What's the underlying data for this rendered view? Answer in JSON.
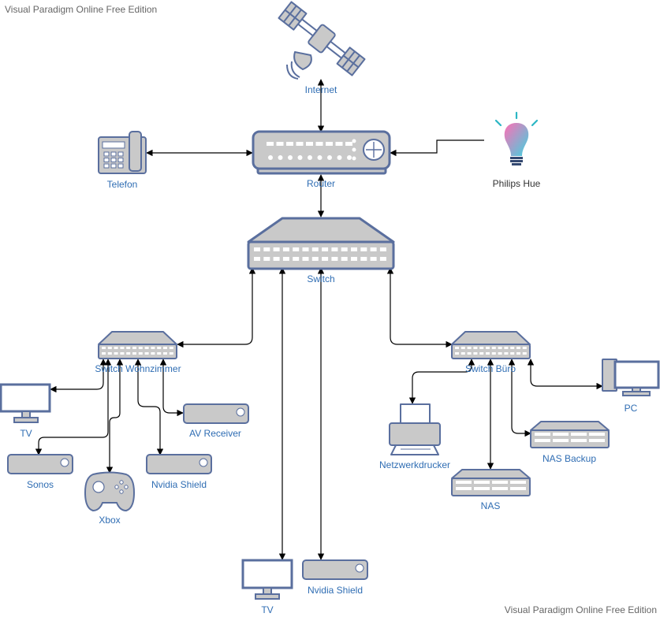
{
  "watermark_top": "Visual Paradigm Online Free Edition",
  "watermark_bottom": "Visual Paradigm Online Free Edition",
  "colors": {
    "device_fill": "#c9c9c9",
    "device_stroke": "#5a6f9e",
    "label_blue": "#2f6db3",
    "label_dark": "#333333",
    "line": "#000000",
    "bulb_gradient_start": "#ff6fb5",
    "bulb_gradient_end": "#3fd3e0"
  },
  "nodes": {
    "internet": {
      "label": "Internet",
      "icon": "satellite-icon"
    },
    "router": {
      "label": "Router",
      "icon": "router-icon"
    },
    "telefon": {
      "label": "Telefon",
      "icon": "phone-icon"
    },
    "hue": {
      "label": "Philips Hue",
      "icon": "lightbulb-icon"
    },
    "switch_main": {
      "label": "Switch",
      "icon": "switch-icon"
    },
    "switch_wz": {
      "label": "Switch Wohnzimmer",
      "icon": "switch-icon"
    },
    "switch_buero": {
      "label": "Switch Büro",
      "icon": "switch-icon"
    },
    "tv_wz": {
      "label": "TV",
      "icon": "monitor-icon"
    },
    "sonos": {
      "label": "Sonos",
      "icon": "media-box-icon"
    },
    "xbox": {
      "label": "Xbox",
      "icon": "gamepad-icon"
    },
    "shield_wz": {
      "label": "Nvidia Shield",
      "icon": "media-box-icon"
    },
    "av_receiver": {
      "label": "AV Receiver",
      "icon": "media-box-icon"
    },
    "tv_main": {
      "label": "TV",
      "icon": "monitor-icon"
    },
    "shield_main": {
      "label": "Nvidia Shield",
      "icon": "media-box-icon"
    },
    "drucker": {
      "label": "Netzwerkdrucker",
      "icon": "printer-icon"
    },
    "nas": {
      "label": "NAS",
      "icon": "nas-icon"
    },
    "nas_backup": {
      "label": "NAS Backup",
      "icon": "nas-icon"
    },
    "pc": {
      "label": "PC",
      "icon": "desktop-pc-icon"
    }
  },
  "edges": [
    [
      "internet",
      "router"
    ],
    [
      "telefon",
      "router"
    ],
    [
      "hue",
      "router"
    ],
    [
      "router",
      "switch_main"
    ],
    [
      "switch_main",
      "switch_wz"
    ],
    [
      "switch_main",
      "switch_buero"
    ],
    [
      "switch_main",
      "tv_main"
    ],
    [
      "switch_main",
      "shield_main"
    ],
    [
      "switch_wz",
      "tv_wz"
    ],
    [
      "switch_wz",
      "sonos"
    ],
    [
      "switch_wz",
      "xbox"
    ],
    [
      "switch_wz",
      "shield_wz"
    ],
    [
      "switch_wz",
      "av_receiver"
    ],
    [
      "switch_buero",
      "drucker"
    ],
    [
      "switch_buero",
      "nas"
    ],
    [
      "switch_buero",
      "nas_backup"
    ],
    [
      "switch_buero",
      "pc"
    ]
  ]
}
